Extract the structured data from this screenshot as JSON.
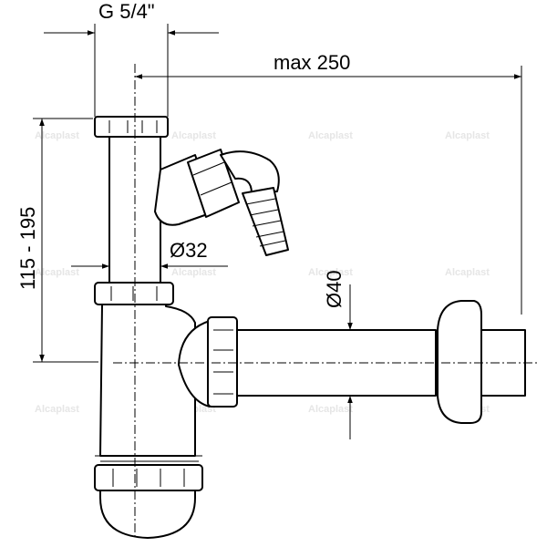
{
  "dimensions": {
    "thread_size": "G 5/4\"",
    "max_length": "max 250",
    "height_range": "115 - 195",
    "diameter_inlet": "Ø32",
    "diameter_outlet": "Ø40"
  },
  "watermark": "Alcaplast",
  "colors": {
    "line": "#000000",
    "watermark": "#e6e6e6",
    "background": "#ffffff"
  }
}
